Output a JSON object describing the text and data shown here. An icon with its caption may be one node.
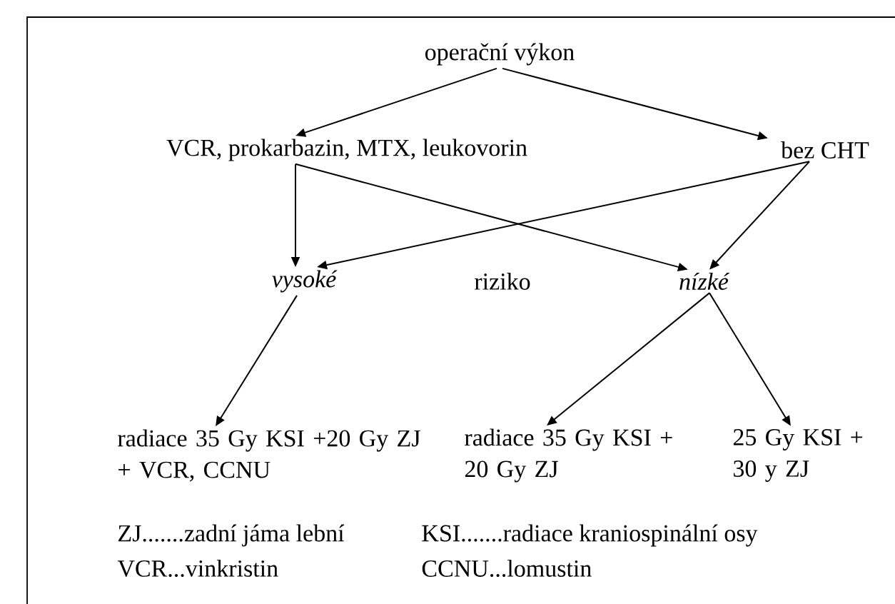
{
  "diagram": {
    "nodes": [
      {
        "text": [
          "operační výkon"
        ]
      },
      {
        "text": [
          "VCR, prokarbazin, MTX, leukovorin"
        ]
      },
      {
        "text": [
          "bez CHT"
        ]
      },
      {
        "text": [
          "vysoké"
        ]
      },
      {
        "text": [
          "nízké"
        ]
      },
      {
        "text": [
          "radiace 35 Gy KSI +20 Gy ZJ + VCR, CCNU"
        ]
      },
      {
        "text": [
          "radiace 35 Gy KSI + 20 Gy ZJ"
        ]
      },
      {
        "text": [
          "25 Gy KSI + 30 y ZJ"
        ]
      }
    ],
    "edges": [
      {
        "from": 0,
        "to": 1,
        "arrow": "to"
      },
      {
        "from": 0,
        "to": 2,
        "arrow": "to"
      },
      {
        "from": 1,
        "to": 3,
        "arrow": "to"
      },
      {
        "from": 1,
        "to": 4,
        "arrow": "to"
      },
      {
        "from": 2,
        "to": 3,
        "arrow": "to"
      },
      {
        "from": 2,
        "to": 4,
        "arrow": "to"
      },
      {
        "from": 3,
        "to": 5,
        "arrow": "to"
      },
      {
        "from": 4,
        "to": 6,
        "arrow": "to"
      },
      {
        "from": 4,
        "to": 7,
        "arrow": "to"
      }
    ],
    "labels": [
      "riziko",
      "ZJ.......zadní jáma lební",
      "KSI.......radiace kraniospinální osy",
      "VCR...vinkristin",
      "CCNU...lomustin"
    ]
  }
}
